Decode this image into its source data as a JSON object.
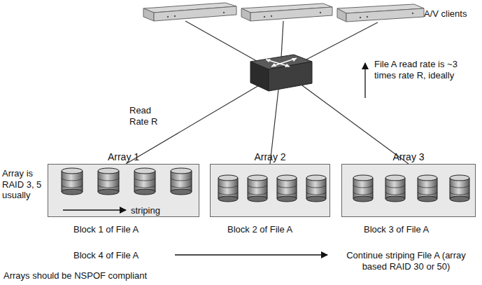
{
  "diagram": {
    "nodes": [
      {
        "text": [
          "Array 1",
          "striping"
        ]
      },
      {
        "text": [
          "Array 2"
        ]
      },
      {
        "text": [
          "Array 3"
        ]
      }
    ],
    "labels": [
      "A/V clients",
      "File A read rate is ~3 times rate R, ideally",
      "Read Rate R",
      "Array is RAID 3, 5 usually",
      "Block 1 of File A",
      "Block 2 of File A",
      "Block 3 of File A",
      "Block 4 of File A",
      "Continue striping File A (array based RAID 30 or 50)",
      "Arrays should be NSPOF compliant"
    ]
  }
}
